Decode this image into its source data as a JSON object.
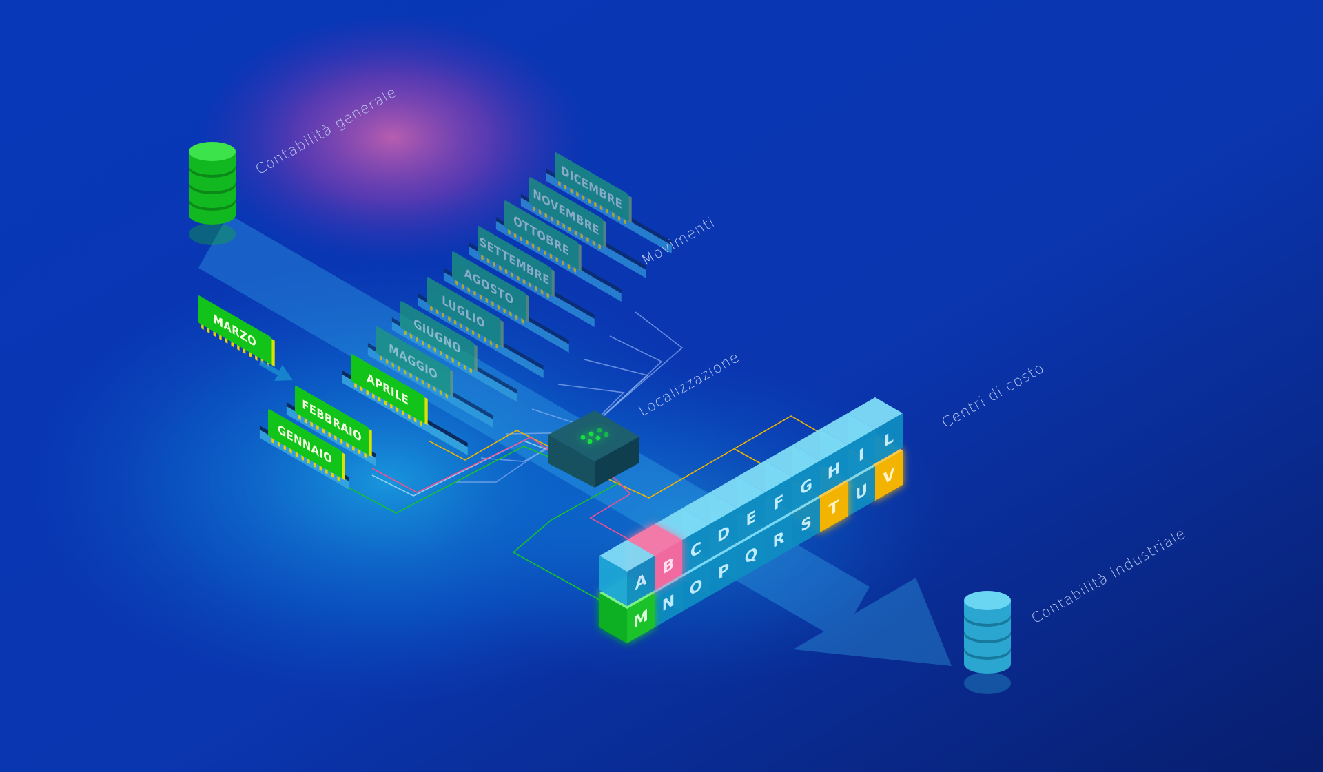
{
  "labels": {
    "general_ledger": "Contabilità generale",
    "movements": "Movimenti",
    "localization": "Localizzazione",
    "cost_centers": "Centri di costo",
    "industrial_ledger": "Contabilità industriale"
  },
  "months": [
    {
      "name": "DICEMBRE",
      "active": false
    },
    {
      "name": "NOVEMBRE",
      "active": false
    },
    {
      "name": "OTTOBRE",
      "active": false
    },
    {
      "name": "SETTEMBRE",
      "active": false
    },
    {
      "name": "AGOSTO",
      "active": false
    },
    {
      "name": "LUGLIO",
      "active": false
    },
    {
      "name": "GIUGNO",
      "active": false
    },
    {
      "name": "MAGGIO",
      "active": false
    },
    {
      "name": "APRILE",
      "active": true
    },
    {
      "name": "FEBBRAIO",
      "active": true
    },
    {
      "name": "GENNAIO",
      "active": true
    }
  ],
  "moving_month": {
    "name": "MARZO",
    "active": true
  },
  "cost_centers": {
    "top_row": [
      {
        "letter": "A",
        "color": "cyan"
      },
      {
        "letter": "B",
        "color": "pink"
      },
      {
        "letter": "C",
        "color": "cyan"
      },
      {
        "letter": "D",
        "color": "cyan"
      },
      {
        "letter": "E",
        "color": "cyan"
      },
      {
        "letter": "F",
        "color": "cyan"
      },
      {
        "letter": "G",
        "color": "cyan"
      },
      {
        "letter": "H",
        "color": "cyan"
      },
      {
        "letter": "I",
        "color": "cyan"
      },
      {
        "letter": "L",
        "color": "cyan"
      }
    ],
    "bottom_row": [
      {
        "letter": "M",
        "color": "green"
      },
      {
        "letter": "N",
        "color": "cyan"
      },
      {
        "letter": "O",
        "color": "cyan"
      },
      {
        "letter": "P",
        "color": "cyan"
      },
      {
        "letter": "Q",
        "color": "cyan"
      },
      {
        "letter": "R",
        "color": "cyan"
      },
      {
        "letter": "S",
        "color": "cyan"
      },
      {
        "letter": "T",
        "color": "yellow"
      },
      {
        "letter": "U",
        "color": "cyan"
      },
      {
        "letter": "V",
        "color": "yellow"
      }
    ]
  },
  "colors": {
    "background": "#0a2a9a",
    "tag_green": "#12c41a",
    "tag_faded": "#1f9a78",
    "cyan": "#2fb7e6",
    "pink": "#f0508f",
    "yellow": "#f2b400",
    "green": "#17c22a",
    "line_yellow": "#f2b400",
    "line_pink": "#f0508f",
    "line_green": "#17c22a"
  }
}
